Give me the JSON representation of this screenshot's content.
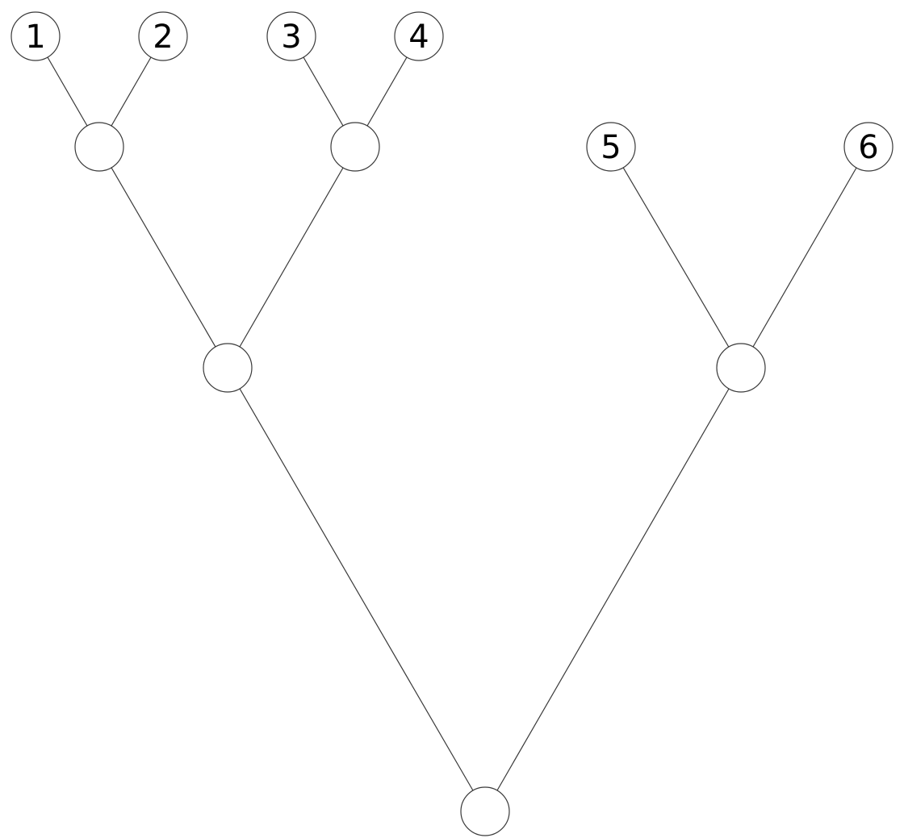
{
  "diagram": {
    "type": "binary-tree",
    "nodes": [
      {
        "id": "leaf-1",
        "label": "1"
      },
      {
        "id": "leaf-2",
        "label": "2"
      },
      {
        "id": "leaf-3",
        "label": "3"
      },
      {
        "id": "leaf-4",
        "label": "4"
      },
      {
        "id": "leaf-5",
        "label": "5"
      },
      {
        "id": "leaf-6",
        "label": "6"
      },
      {
        "id": "inner-a",
        "label": ""
      },
      {
        "id": "inner-b",
        "label": ""
      },
      {
        "id": "inner-c",
        "label": ""
      },
      {
        "id": "inner-d",
        "label": ""
      },
      {
        "id": "root",
        "label": ""
      }
    ],
    "edges": [
      {
        "from": "leaf-1",
        "to": "inner-a"
      },
      {
        "from": "leaf-2",
        "to": "inner-a"
      },
      {
        "from": "leaf-3",
        "to": "inner-b"
      },
      {
        "from": "leaf-4",
        "to": "inner-b"
      },
      {
        "from": "inner-a",
        "to": "inner-c"
      },
      {
        "from": "inner-b",
        "to": "inner-c"
      },
      {
        "from": "leaf-5",
        "to": "inner-d"
      },
      {
        "from": "leaf-6",
        "to": "inner-d"
      },
      {
        "from": "inner-c",
        "to": "root"
      },
      {
        "from": "inner-d",
        "to": "root"
      }
    ],
    "colors": {
      "line": "#3a3a3a",
      "node_fill": "#ffffff",
      "label": "#000000"
    }
  }
}
